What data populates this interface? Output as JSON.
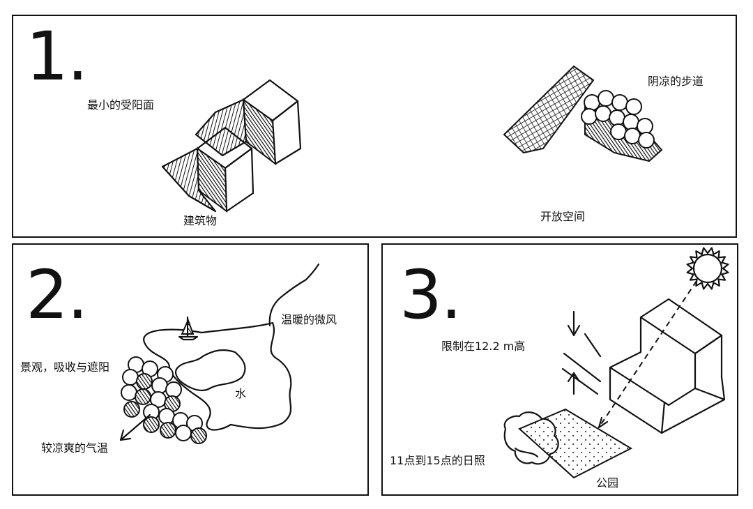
{
  "panel1": {
    "number": "1.",
    "label_min_sun": "最小的受阳面",
    "label_building": "建筑物",
    "label_shaded_walk": "阴凉的步道",
    "label_open_space": "开放空间"
  },
  "panel2": {
    "number": "2.",
    "label_breeze": "温暖的微风",
    "label_landscape": "景观，吸收与遮阳",
    "label_water": "水",
    "label_cool": "较凉爽的气温"
  },
  "panel3": {
    "number": "3.",
    "label_limit": "限制在12.2 m高",
    "label_sun_hours": "11点到15点的日照",
    "label_park": "公园"
  }
}
